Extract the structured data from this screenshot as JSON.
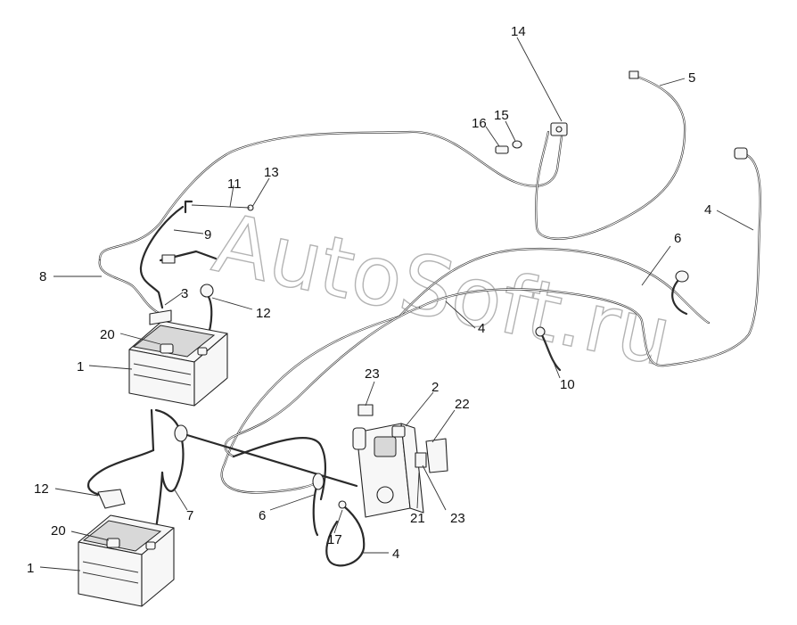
{
  "watermark": {
    "text": "AutoSoft.ru"
  },
  "callouts": {
    "c1a": "1",
    "c1b": "1",
    "c2": "2",
    "c3": "3",
    "c4a": "4",
    "c4b": "4",
    "c4c": "4",
    "c5": "5",
    "c6a": "6",
    "c6b": "6",
    "c7": "7",
    "c8": "8",
    "c9": "9",
    "c10": "10",
    "c11": "11",
    "c12a": "12",
    "c12b": "12",
    "c13": "13",
    "c14": "14",
    "c15": "15",
    "c16": "16",
    "c17": "17",
    "c20a": "20",
    "c20b": "20",
    "c21": "21",
    "c22": "22",
    "c23a": "23",
    "c23b": "23"
  }
}
